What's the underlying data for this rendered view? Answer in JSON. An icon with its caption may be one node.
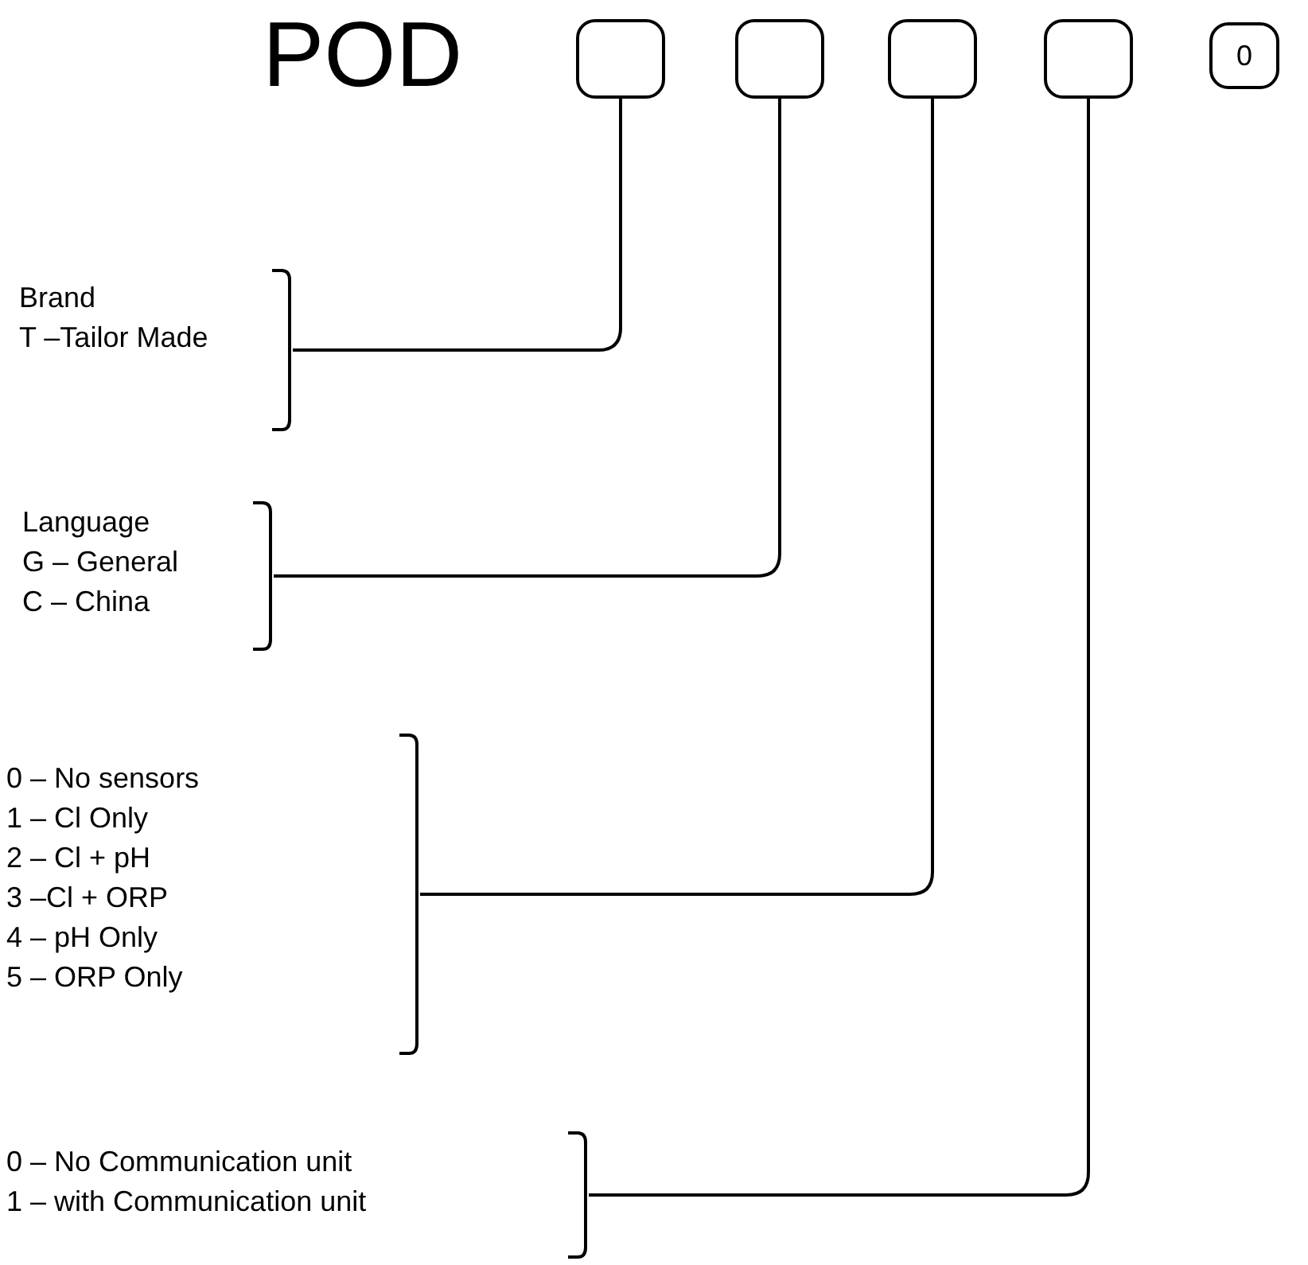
{
  "diagram": {
    "nodes": [
      {
        "text": [],
        "shape": "box"
      },
      {
        "text": [],
        "shape": "box"
      },
      {
        "text": [],
        "shape": "box"
      },
      {
        "text": [],
        "shape": "box"
      },
      {
        "text": [
          "0"
        ]
      },
      {
        "text": [
          "Brand",
          "T –Tailor Made"
        ]
      },
      {
        "text": [
          "Language",
          "G – General",
          "C – China"
        ]
      },
      {
        "text": [
          "0 – No sensors",
          "1 – Cl Only",
          "2 – Cl + pH",
          "3 –Cl + ORP",
          "4 – pH Only",
          "5 – ORP Only"
        ]
      },
      {
        "text": [
          "0 – No Communication unit",
          "1 – with Communication unit"
        ]
      }
    ],
    "edges": [
      {
        "from": 5,
        "to": 0,
        "arrow": "none"
      },
      {
        "from": 6,
        "to": 1,
        "arrow": "none"
      },
      {
        "from": 7,
        "to": 2,
        "arrow": "none"
      },
      {
        "from": 8,
        "to": 3,
        "arrow": "none"
      }
    ],
    "labels": [
      "POD"
    ]
  }
}
